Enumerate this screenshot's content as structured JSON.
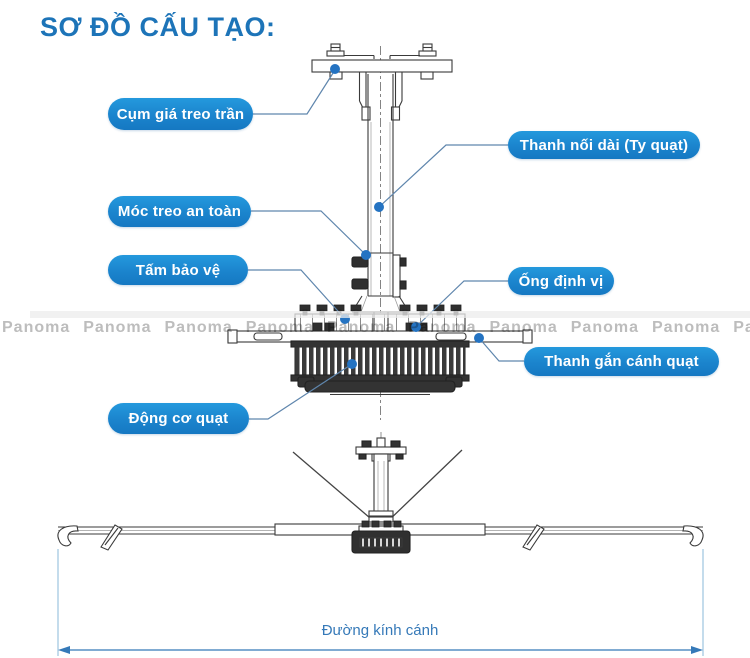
{
  "title": "SƠ ĐỒ CẤU TẠO:",
  "watermark": {
    "text": "Panoma",
    "repeat": 11
  },
  "callouts": {
    "ceiling_mount": "Cụm giá treo trần",
    "extension_rod": "Thanh nối dài (Ty quạt)",
    "safety_hook": "Móc treo an toàn",
    "protective_plate": "Tấm bảo vệ",
    "positioning_tube": "Ống định vị",
    "blade_mount_bar": "Thanh gắn cánh quạt",
    "fan_motor": "Động cơ quạt"
  },
  "dimension": {
    "blade_diameter_label": "Đường kính cánh"
  },
  "colors": {
    "title_text": "#1d74b8",
    "pill_background": "#1b84cd",
    "pill_text": "#ffffff",
    "leader_line": "#5f86ad",
    "leader_dot": "#2473c2",
    "dimension_line": "#3579b8",
    "dimension_extension": "#8ab9d9",
    "watermark_text": "#bdbdbd",
    "line_art": "#3a3a3a"
  }
}
